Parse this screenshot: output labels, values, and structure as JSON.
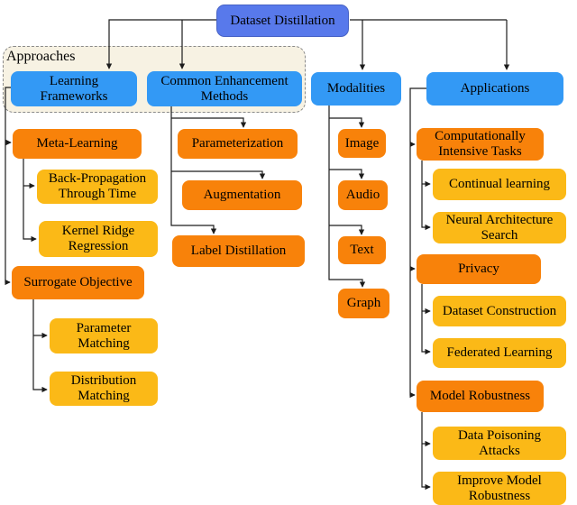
{
  "colors": {
    "root_blue": "#5879EB",
    "category_blue": "#3399F5",
    "orange": "#F8820A",
    "amber": "#FBB917",
    "group_bg": "#F7F2E3",
    "line": "#1c1c1c"
  },
  "group_label": "Approaches",
  "nodes": {
    "dataset_distillation": "Dataset Distillation",
    "learning_frameworks": "Learning Frameworks",
    "common_enhancement_methods": "Common Enhancement Methods",
    "modalities": "Modalities",
    "applications": "Applications",
    "meta_learning": "Meta-Learning",
    "back_propagation_through_time": "Back-Propagation Through Time",
    "kernel_ridge_regression": "Kernel Ridge Regression",
    "surrogate_objective": "Surrogate Objective",
    "parameter_matching": "Parameter Matching",
    "distribution_matching": "Distribution Matching",
    "parameterization": "Parameterization",
    "augmentation": "Augmentation",
    "label_distillation": "Label Distillation",
    "image": "Image",
    "audio": "Audio",
    "text": "Text",
    "graph": "Graph",
    "computationally_intensive_tasks": "Computationally Intensive Tasks",
    "continual_learning": "Continual learning",
    "neural_architecture_search": "Neural Architecture Search",
    "privacy": "Privacy",
    "dataset_construction": "Dataset Construction",
    "federated_learning": "Federated Learning",
    "model_robustness": "Model Robustness",
    "data_poisoning_attacks": "Data Poisoning Attacks",
    "improve_model_robustness": "Improve Model Robustness"
  },
  "hierarchy": {
    "dataset_distillation": [
      "learning_frameworks",
      "common_enhancement_methods",
      "modalities",
      "applications"
    ],
    "learning_frameworks": [
      "meta_learning",
      "surrogate_objective"
    ],
    "meta_learning": [
      "back_propagation_through_time",
      "kernel_ridge_regression"
    ],
    "surrogate_objective": [
      "parameter_matching",
      "distribution_matching"
    ],
    "common_enhancement_methods": [
      "parameterization",
      "augmentation",
      "label_distillation"
    ],
    "modalities": [
      "image",
      "audio",
      "text",
      "graph"
    ],
    "applications": [
      "computationally_intensive_tasks",
      "privacy",
      "model_robustness"
    ],
    "computationally_intensive_tasks": [
      "continual_learning",
      "neural_architecture_search"
    ],
    "privacy": [
      "dataset_construction",
      "federated_learning"
    ],
    "model_robustness": [
      "data_poisoning_attacks",
      "improve_model_robustness"
    ]
  }
}
